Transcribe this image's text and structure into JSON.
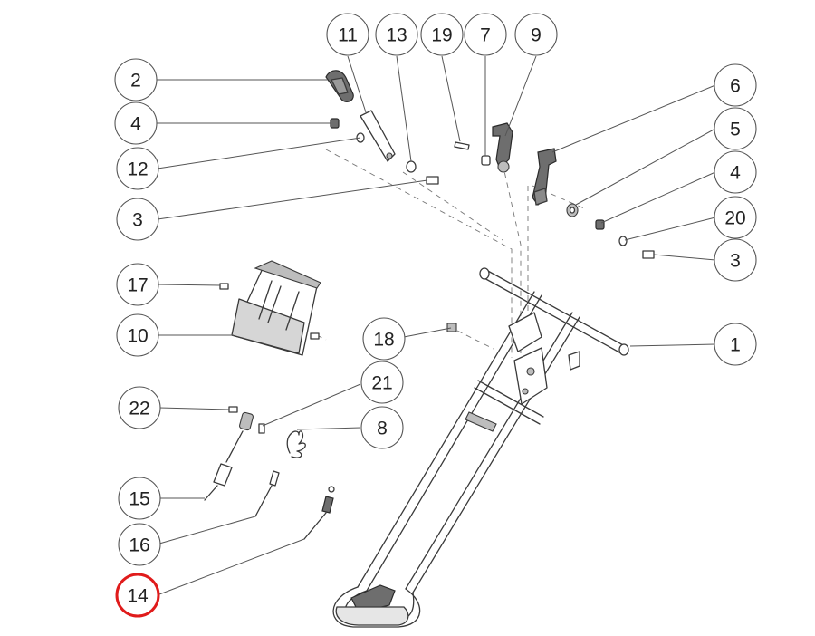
{
  "diagram": {
    "type": "exploded-parts-view",
    "highlighted_callout": "14",
    "highlight_color": "#e01b1b",
    "callouts": [
      {
        "label": "11"
      },
      {
        "label": "13"
      },
      {
        "label": "19"
      },
      {
        "label": "7"
      },
      {
        "label": "9"
      },
      {
        "label": "2"
      },
      {
        "label": "6"
      },
      {
        "label": "4"
      },
      {
        "label": "5"
      },
      {
        "label": "12"
      },
      {
        "label": "4"
      },
      {
        "label": "3"
      },
      {
        "label": "20"
      },
      {
        "label": "3"
      },
      {
        "label": "17"
      },
      {
        "label": "10"
      },
      {
        "label": "18"
      },
      {
        "label": "1"
      },
      {
        "label": "21"
      },
      {
        "label": "22"
      },
      {
        "label": "8"
      },
      {
        "label": "15"
      },
      {
        "label": "16"
      },
      {
        "label": "14"
      }
    ]
  }
}
